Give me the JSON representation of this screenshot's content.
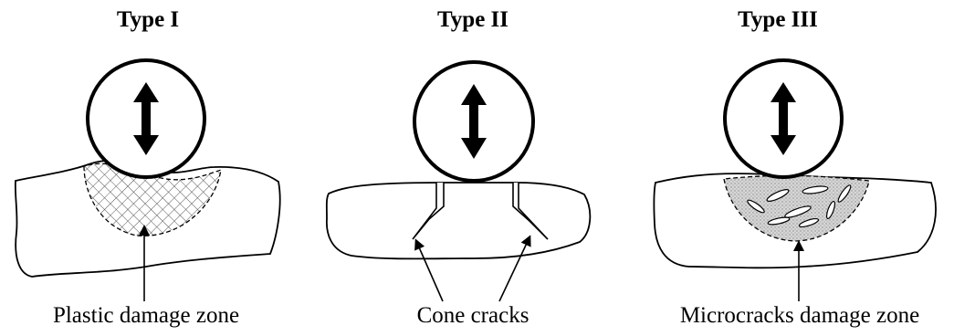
{
  "panels": [
    {
      "title": "Type I",
      "caption": "Plastic damage zone"
    },
    {
      "title": "Type II",
      "caption": "Cone cracks"
    },
    {
      "title": "Type III",
      "caption": "Microcracks damage zone"
    }
  ],
  "colors": {
    "stroke": "#000000",
    "hatch": "#555555",
    "stipple": "#b8b8b8",
    "background": "#ffffff"
  },
  "icons": [
    "double-arrow-icon"
  ]
}
